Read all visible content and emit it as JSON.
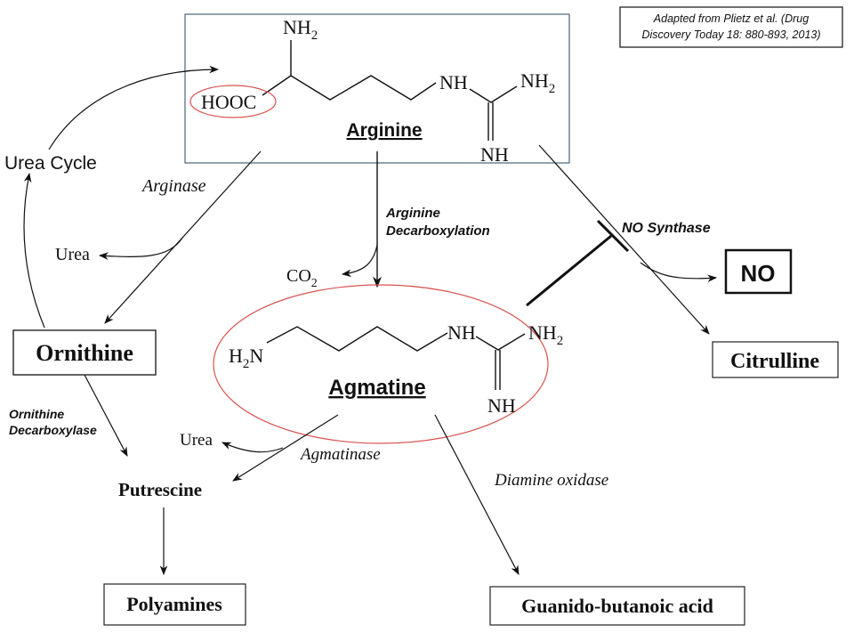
{
  "citation": {
    "line1": "Adapted from Plietz et al.  (Drug",
    "line2": "Discovery Today 18: 880-893, 2013)"
  },
  "arginine": {
    "name": "Arginine",
    "groups": {
      "nh2_top": "NH",
      "hooc": "HOOC",
      "nh": "NH",
      "nh2_right": "NH",
      "nh_bottom": "NH"
    },
    "sub2": "2"
  },
  "agmatine": {
    "name": "Agmatine",
    "groups": {
      "h2n_h": "H",
      "h2n_n": "N",
      "nh": "NH",
      "nh2": "NH",
      "nh_bottom": "NH"
    },
    "sub2": "2"
  },
  "labels": {
    "urea_cycle": "Urea Cycle",
    "arginase": "Arginase",
    "urea1": "Urea",
    "urea2": "Urea",
    "co2_c": "CO",
    "co2_sub": "2",
    "arginine_decarb_1": "Arginine",
    "arginine_decarb_2": "Decarboxylation",
    "no_synthase": "NO Synthase",
    "ornithine_decarb_1": "Ornithine",
    "ornithine_decarb_2": "Decarboxylase",
    "agmatinase": "Agmatinase",
    "diamine_oxidase": "Diamine oxidase",
    "putrescine": "Putrescine"
  },
  "boxes": {
    "no": "NO",
    "ornithine": "Ornithine",
    "citrulline": "Citrulline",
    "polyamines": "Polyamines",
    "guanido": "Guanido-butanoic acid"
  },
  "colors": {
    "highlight_red": "#d9534f",
    "box_border": "#4a6478",
    "ink": "#111111"
  }
}
